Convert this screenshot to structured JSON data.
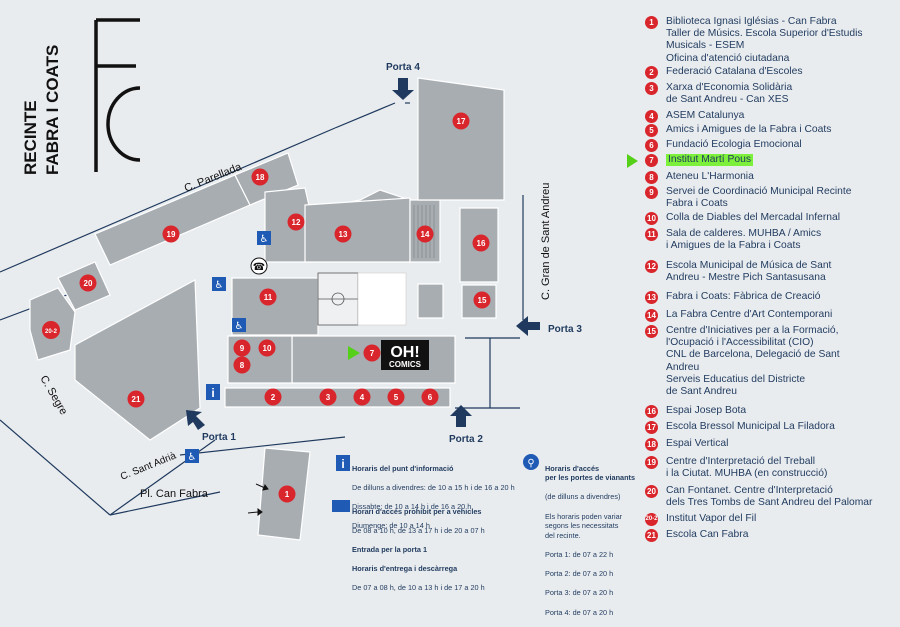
{
  "brand": {
    "letters": "FC",
    "line1": "RECINTE",
    "line2": "FABRA I COATS"
  },
  "streets": {
    "parellada": "C. Parellada",
    "gran_sant_andreu": "C. Gran de Sant Andreu",
    "segre": "C. Segre",
    "sant_adria": "C. Sant Adrià",
    "pl_can_fabra": "Pl. Can Fabra"
  },
  "gates": {
    "porta1": "Porta 1",
    "porta2": "Porta 2",
    "porta3": "Porta 3",
    "porta4": "Porta 4"
  },
  "ohcomics": {
    "line1": "OH!",
    "line2": "COMICS"
  },
  "markers": [
    "1",
    "2",
    "3",
    "4",
    "5",
    "6",
    "7",
    "8",
    "9",
    "10",
    "11",
    "12",
    "13",
    "14",
    "15",
    "16",
    "17",
    "18",
    "19",
    "20",
    "20-2",
    "21"
  ],
  "legend": [
    {
      "num": "1",
      "text": "Biblioteca Ignasi Iglésias - Can Fabra\nTaller de Músics. Escola Superior d'Estudis\nMusicals - ESEM\nOficina d'atenció ciutadana"
    },
    {
      "num": "2",
      "text": "Federació Catalana d'Escoles"
    },
    {
      "num": "3",
      "text": "Xarxa d'Economia Solidària\nde Sant Andreu - Can XES"
    },
    {
      "num": "4",
      "text": "ASEM Catalunya"
    },
    {
      "num": "5",
      "text": "Amics i Amigues de la Fabra i Coats"
    },
    {
      "num": "6",
      "text": "Fundació Ecologia Emocional"
    },
    {
      "num": "7",
      "text": "Institut Martí Pous",
      "highlight": true
    },
    {
      "num": "8",
      "text": "Ateneu L'Harmonia"
    },
    {
      "num": "9",
      "text": "Servei de Coordinació Municipal Recinte\nFabra i Coats"
    },
    {
      "num": "10",
      "text": "Colla de Diables del Mercadal Infernal"
    },
    {
      "num": "11",
      "text": "Sala de calderes. MUHBA / Amics\ni Amigues de la Fabra i Coats"
    },
    {
      "num": "12",
      "text": "Escola Municipal de Música de Sant\nAndreu - Mestre Pich Santasusana"
    },
    {
      "num": "13",
      "text": "Fabra i Coats: Fàbrica de Creació"
    },
    {
      "num": "14",
      "text": "La Fabra Centre d'Art Contemporani"
    },
    {
      "num": "15",
      "text": "Centre d'Iniciatives per a la Formació,\nl'Ocupació i l'Accessibilitat (CIO)\nCNL de Barcelona, Delegació de Sant\nAndreu\nServeis Educatius del Districte\nde Sant Andreu"
    },
    {
      "num": "16",
      "text": "Espai Josep Bota"
    },
    {
      "num": "17",
      "text": "Escola Bressol Municipal La Filadora"
    },
    {
      "num": "18",
      "text": "Espai Vertical"
    },
    {
      "num": "19",
      "text": "Centre d'Interpretació del Treball\ni la Ciutat. MUHBA (en construcció)"
    },
    {
      "num": "20",
      "text": "Can Fontanet. Centre d'Interpretació\ndels Tres Tombs de Sant Andreu del Palomar"
    },
    {
      "num": "20-2",
      "text": "Institut Vapor del Fil"
    },
    {
      "num": "21",
      "text": "Escola Can Fabra"
    }
  ],
  "info_point": {
    "title": "Horaris del punt d'informació",
    "weekdays": "De dilluns a divendres: de 10 a 15 h i de 16 a 20 h",
    "saturday": "Dissabte: de 10 a 14 h i de 16 a 20 h",
    "sunday": "Diumenge: de 10 a 14 h"
  },
  "vehicles": {
    "title": "Horari d'accés prohibit per a vehicles",
    "line1": "De 08 a 10 h, de 13 a 17 h i de 20 a 07 h",
    "title2": "Entrada per la porta 1",
    "title3": "Horaris d'entrega i descàrrega",
    "line2": "De 07 a 08 h, de 10 a 13 h i de 17 a 20 h"
  },
  "pedestrians": {
    "title": "Horaris d'accés\nper les portes de vianants",
    "subtitle": "(de dilluns a divendres)",
    "note": "Els horaris poden variar\nsegons les necessitats\ndel recinte.",
    "rows": [
      "Porta 1: de 07 a 22 h",
      "Porta 2: de 07 a 20 h",
      "Porta 3: de 07 a 20 h",
      "Porta 4: de 07 a 20 h"
    ]
  },
  "colors": {
    "building": "#a8adb2",
    "street_line": "#1f3a5e",
    "marker": "#d9262c",
    "highlight": "#7cf03a",
    "accessible": "#1f5bb5"
  }
}
